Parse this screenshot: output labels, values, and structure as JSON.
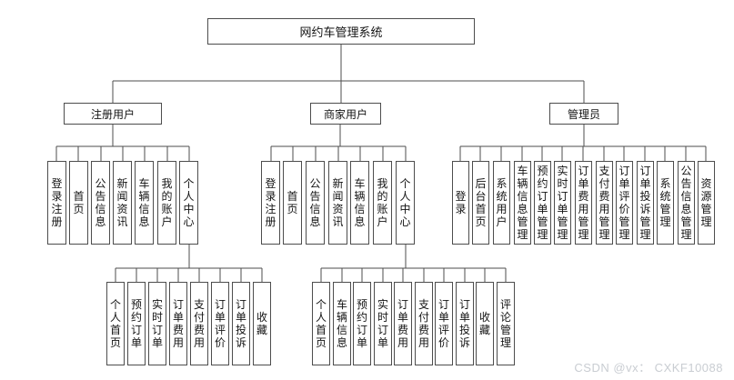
{
  "tree": {
    "root": {
      "label": "网约车管理系统"
    },
    "branches": [
      {
        "label": "注册用户",
        "modules": [
          "登录注册",
          "首页",
          "公告信息",
          "新闻资讯",
          "车辆信息",
          "我的账户",
          "个人中心"
        ],
        "personal_center_modules": [
          "个人首页",
          "预约订单",
          "实时订单",
          "订单费用",
          "支付费用",
          "订单评价",
          "订单投诉",
          "收藏"
        ]
      },
      {
        "label": "商家用户",
        "modules": [
          "登录注册",
          "首页",
          "公告信息",
          "新闻资讯",
          "车辆信息",
          "我的账户",
          "个人中心"
        ],
        "personal_center_modules": [
          "个人首页",
          "车辆信息",
          "预约订单",
          "实时订单",
          "订单费用",
          "支付费用",
          "订单评价",
          "订单投诉",
          "收藏",
          "评论管理"
        ]
      },
      {
        "label": "管理员",
        "modules": [
          "登录",
          "后台首页",
          "系统用户",
          "车辆信息管理",
          "预约订单管理",
          "实时订单管理",
          "订单费用管理",
          "支付费用管理",
          "订单评价管理",
          "订单投诉管理",
          "系统管理",
          "公告信息管理",
          "资源管理"
        ]
      }
    ]
  },
  "watermark": {
    "text": "CSDN @vx： CXKF10088"
  },
  "colors": {
    "line": "#4d4d4d",
    "box_border": "#4d4d4d",
    "background": "#ffffff",
    "watermark_text": "#c9cdd2"
  }
}
